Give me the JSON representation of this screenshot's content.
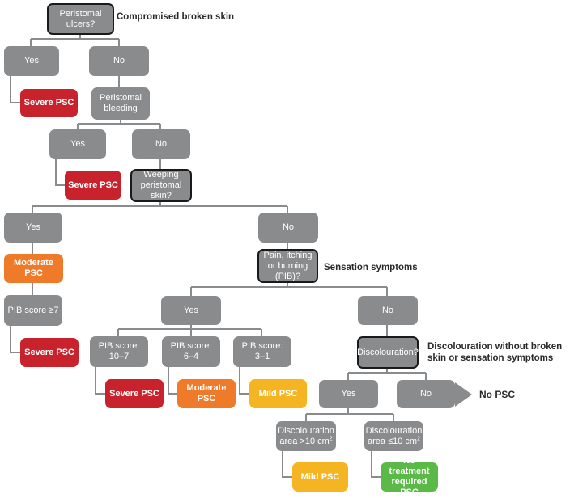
{
  "flowchart": {
    "q_ulcers": "Peristomal ulcers?",
    "note_compromised": "Compromised broken skin",
    "a1_yes": "Yes",
    "a1_no": "No",
    "r1_severe": "Severe PSC",
    "q_bleeding": "Peristomal bleeding",
    "a2_yes": "Yes",
    "a2_no": "No",
    "r2_severe": "Severe PSC",
    "q_weeping": "Weeping peristomal skin?",
    "a3_yes": "Yes",
    "a3_no": "No",
    "r3_moderate": "Moderate PSC",
    "pib_ge7": "PIB score ≥7",
    "r3_severe": "Severe PSC",
    "q_pib": "Pain, itching or burning (PIB)?",
    "note_sensation": "Sensation symptoms",
    "a4_yes": "Yes",
    "a4_no": "No",
    "pib_10_7": "PIB score: 10–7",
    "pib_6_4": "PIB score: 6–4",
    "pib_3_1": "PIB score: 3–1",
    "r4_severe": "Severe PSC",
    "r4_moderate": "Moderate PSC",
    "r4_mild": "Mild PSC",
    "q_discolouration": "Discolouration?",
    "note_discolouration": "Discolouration without broken skin or sensation symptoms",
    "a5_yes": "Yes",
    "a5_no": "No",
    "r5_no_psc": "No PSC",
    "area_gt10": "Discolouration area >10 cm",
    "area_le10": "Discolouration area ≤10 cm",
    "area_sup": "2",
    "r5_mild": "Mild PSC",
    "r5_no_treatment": "No treatment required PSC"
  },
  "colors": {
    "decision_grey": "#8a8b8d",
    "severe_red": "#c8232c",
    "moderate_orange": "#ee7a2a",
    "mild_yellow": "#f5b523",
    "none_green": "#5bb947",
    "connector": "#8a8b8d",
    "question_border": "#1a1a1a"
  }
}
